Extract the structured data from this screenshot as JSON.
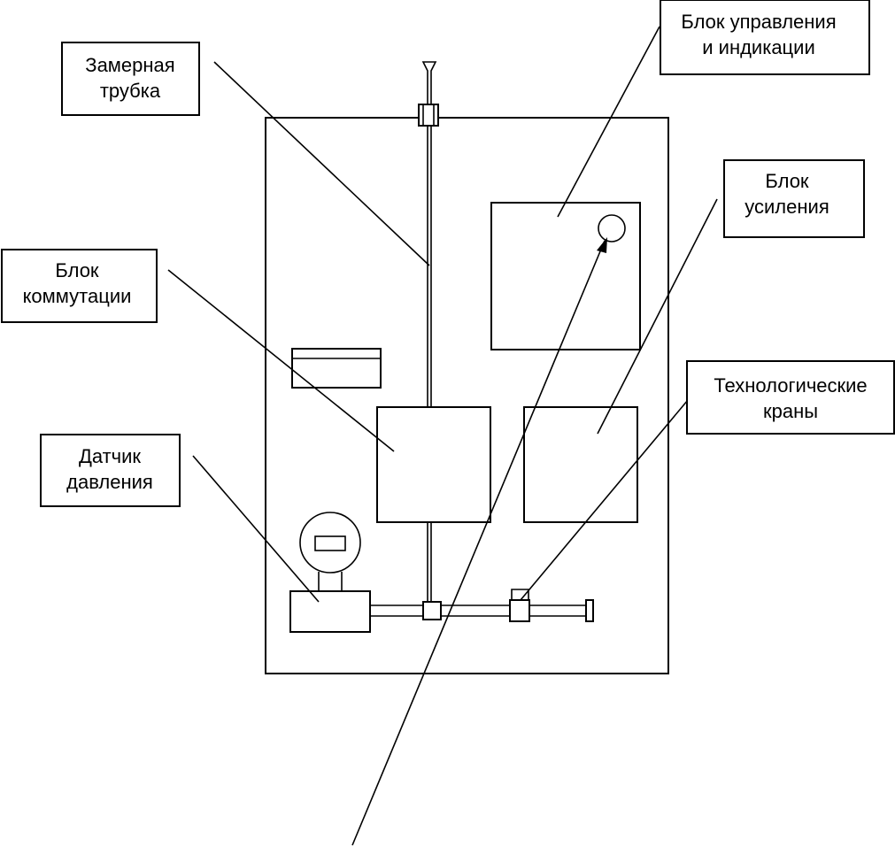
{
  "labels": {
    "measuring_tube": [
      "Замерная",
      "трубка"
    ],
    "control_indication_unit": [
      "Блок управления",
      "и индикации"
    ],
    "amplification_unit": [
      "Блок",
      "усиления"
    ],
    "switching_unit": [
      "Блок",
      "коммутации"
    ],
    "process_valves": [
      "Технологические",
      "краны"
    ],
    "pressure_sensor": [
      "Датчик",
      "давления"
    ]
  }
}
